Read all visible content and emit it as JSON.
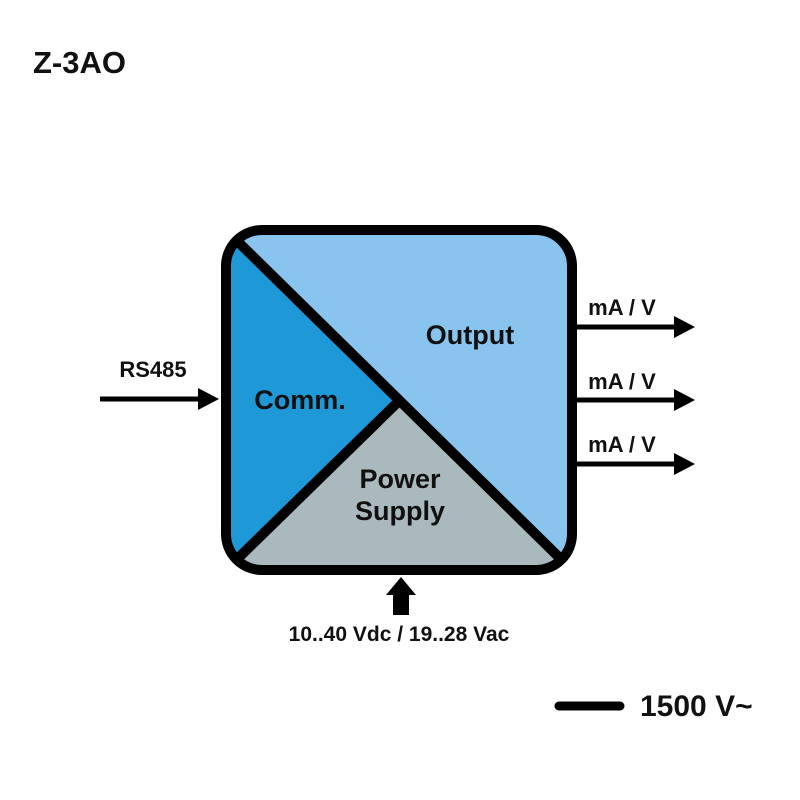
{
  "title": "Z-3AO",
  "regions": {
    "output": "Output",
    "comm": "Comm.",
    "power_line1": "Power",
    "power_line2": "Supply"
  },
  "input": {
    "label": "RS485"
  },
  "outputs": [
    {
      "label": "mA / V"
    },
    {
      "label": "mA / V"
    },
    {
      "label": "mA / V"
    }
  ],
  "power_input": {
    "label": "10..40 Vdc / 19..28 Vac"
  },
  "isolation": {
    "label": "1500 V~"
  },
  "colors": {
    "output_fill": "#88c4ee",
    "comm_fill": "#1e98d6",
    "power_fill": "#a9b9be",
    "outline": "#000000"
  }
}
